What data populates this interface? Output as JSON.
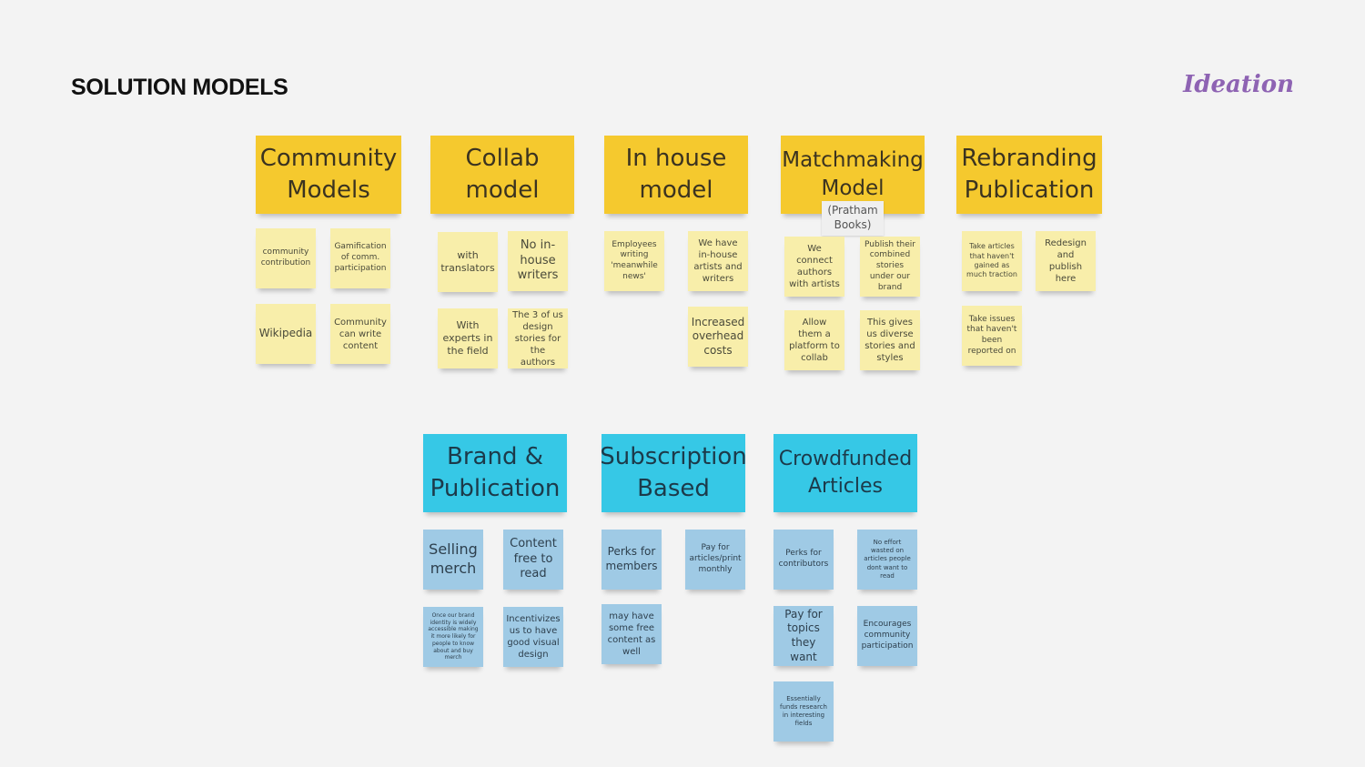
{
  "header": {
    "title": "SOLUTION MODELS",
    "brand": "Ideation"
  },
  "yellow_columns": [
    {
      "title": "Community Models",
      "notes": [
        "community contribution",
        "Gamification of comm. participation",
        "Wikipedia",
        "Community can write content"
      ]
    },
    {
      "title": "Collab model",
      "notes": [
        "with translators",
        "No in-house writers",
        "With experts in the field",
        "The 3 of us design stories for the authors"
      ]
    },
    {
      "title": "In house model",
      "notes": [
        "Employees writing 'meanwhile news'",
        "We have in-house artists and writers",
        "Increased overhead costs"
      ]
    },
    {
      "title": "Matchmaking Model",
      "tag": "(Pratham Books)",
      "notes": [
        "We connect authors with artists",
        "Publish their combined stories under our brand",
        "Allow them a platform to collab",
        "This gives us diverse stories and styles"
      ]
    },
    {
      "title": "Rebranding Publication",
      "notes": [
        "Take articles that haven't gained as much traction",
        "Redesign and publish here",
        "Take issues that haven't been reported on"
      ]
    }
  ],
  "blue_columns": [
    {
      "title": "Brand & Publication",
      "notes": [
        "Selling merch",
        "Content free to read",
        "Once our brand identity is widely accessible making it more likely for people to know about and buy merch",
        "Incentivizes us to have good visual design"
      ]
    },
    {
      "title": "Subscription Based",
      "notes": [
        "Perks for members",
        "Pay for articles/print monthly",
        "may have some free content as well"
      ]
    },
    {
      "title": "Crowdfunded Articles",
      "notes": [
        "Perks for contributors",
        "No effort wasted on articles people dont want to read",
        "Pay for topics they want",
        "Encourages community participation",
        "Essentially funds research in interesting fields"
      ]
    }
  ],
  "colors": {
    "header_yellow": "#f5c92e",
    "note_yellow": "#f8eeaa",
    "header_blue": "#36c8e6",
    "note_blue": "#9fcae5",
    "brand_purple": "#8e63b3"
  }
}
